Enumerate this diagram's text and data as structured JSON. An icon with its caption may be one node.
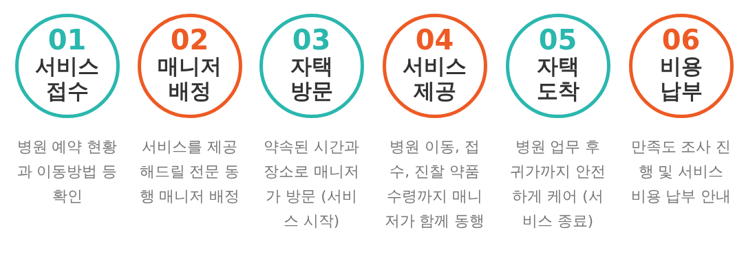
{
  "diagram": {
    "nodes": [
      {
        "text": [
          "01",
          "서비스 접수"
        ],
        "beside": [
          "병원 예약 현황과 이동방법 등 확인"
        ]
      },
      {
        "text": [
          "02",
          "매니저 배정"
        ],
        "beside": [
          "서비스를 제공해드릴 전문 동행 매니저 배정"
        ]
      },
      {
        "text": [
          "03",
          "자택 방문"
        ],
        "beside": [
          "약속된 시간과 장소로 매니저가 방문 (서비스 시작)"
        ]
      },
      {
        "text": [
          "04",
          "서비스 제공"
        ],
        "beside": [
          "병원 이동, 접수, 진찰 약품수령까지 매니저가 함께 동행"
        ]
      },
      {
        "text": [
          "05",
          "자택 도착"
        ],
        "beside": [
          "병원 업무 후 귀가까지 안전하게 케어 (서비스 종료)"
        ]
      },
      {
        "text": [
          "06",
          "비용 납부"
        ],
        "beside": [
          "만족도 조사 진행 및 서비스 비용 납부 안내"
        ]
      }
    ]
  }
}
